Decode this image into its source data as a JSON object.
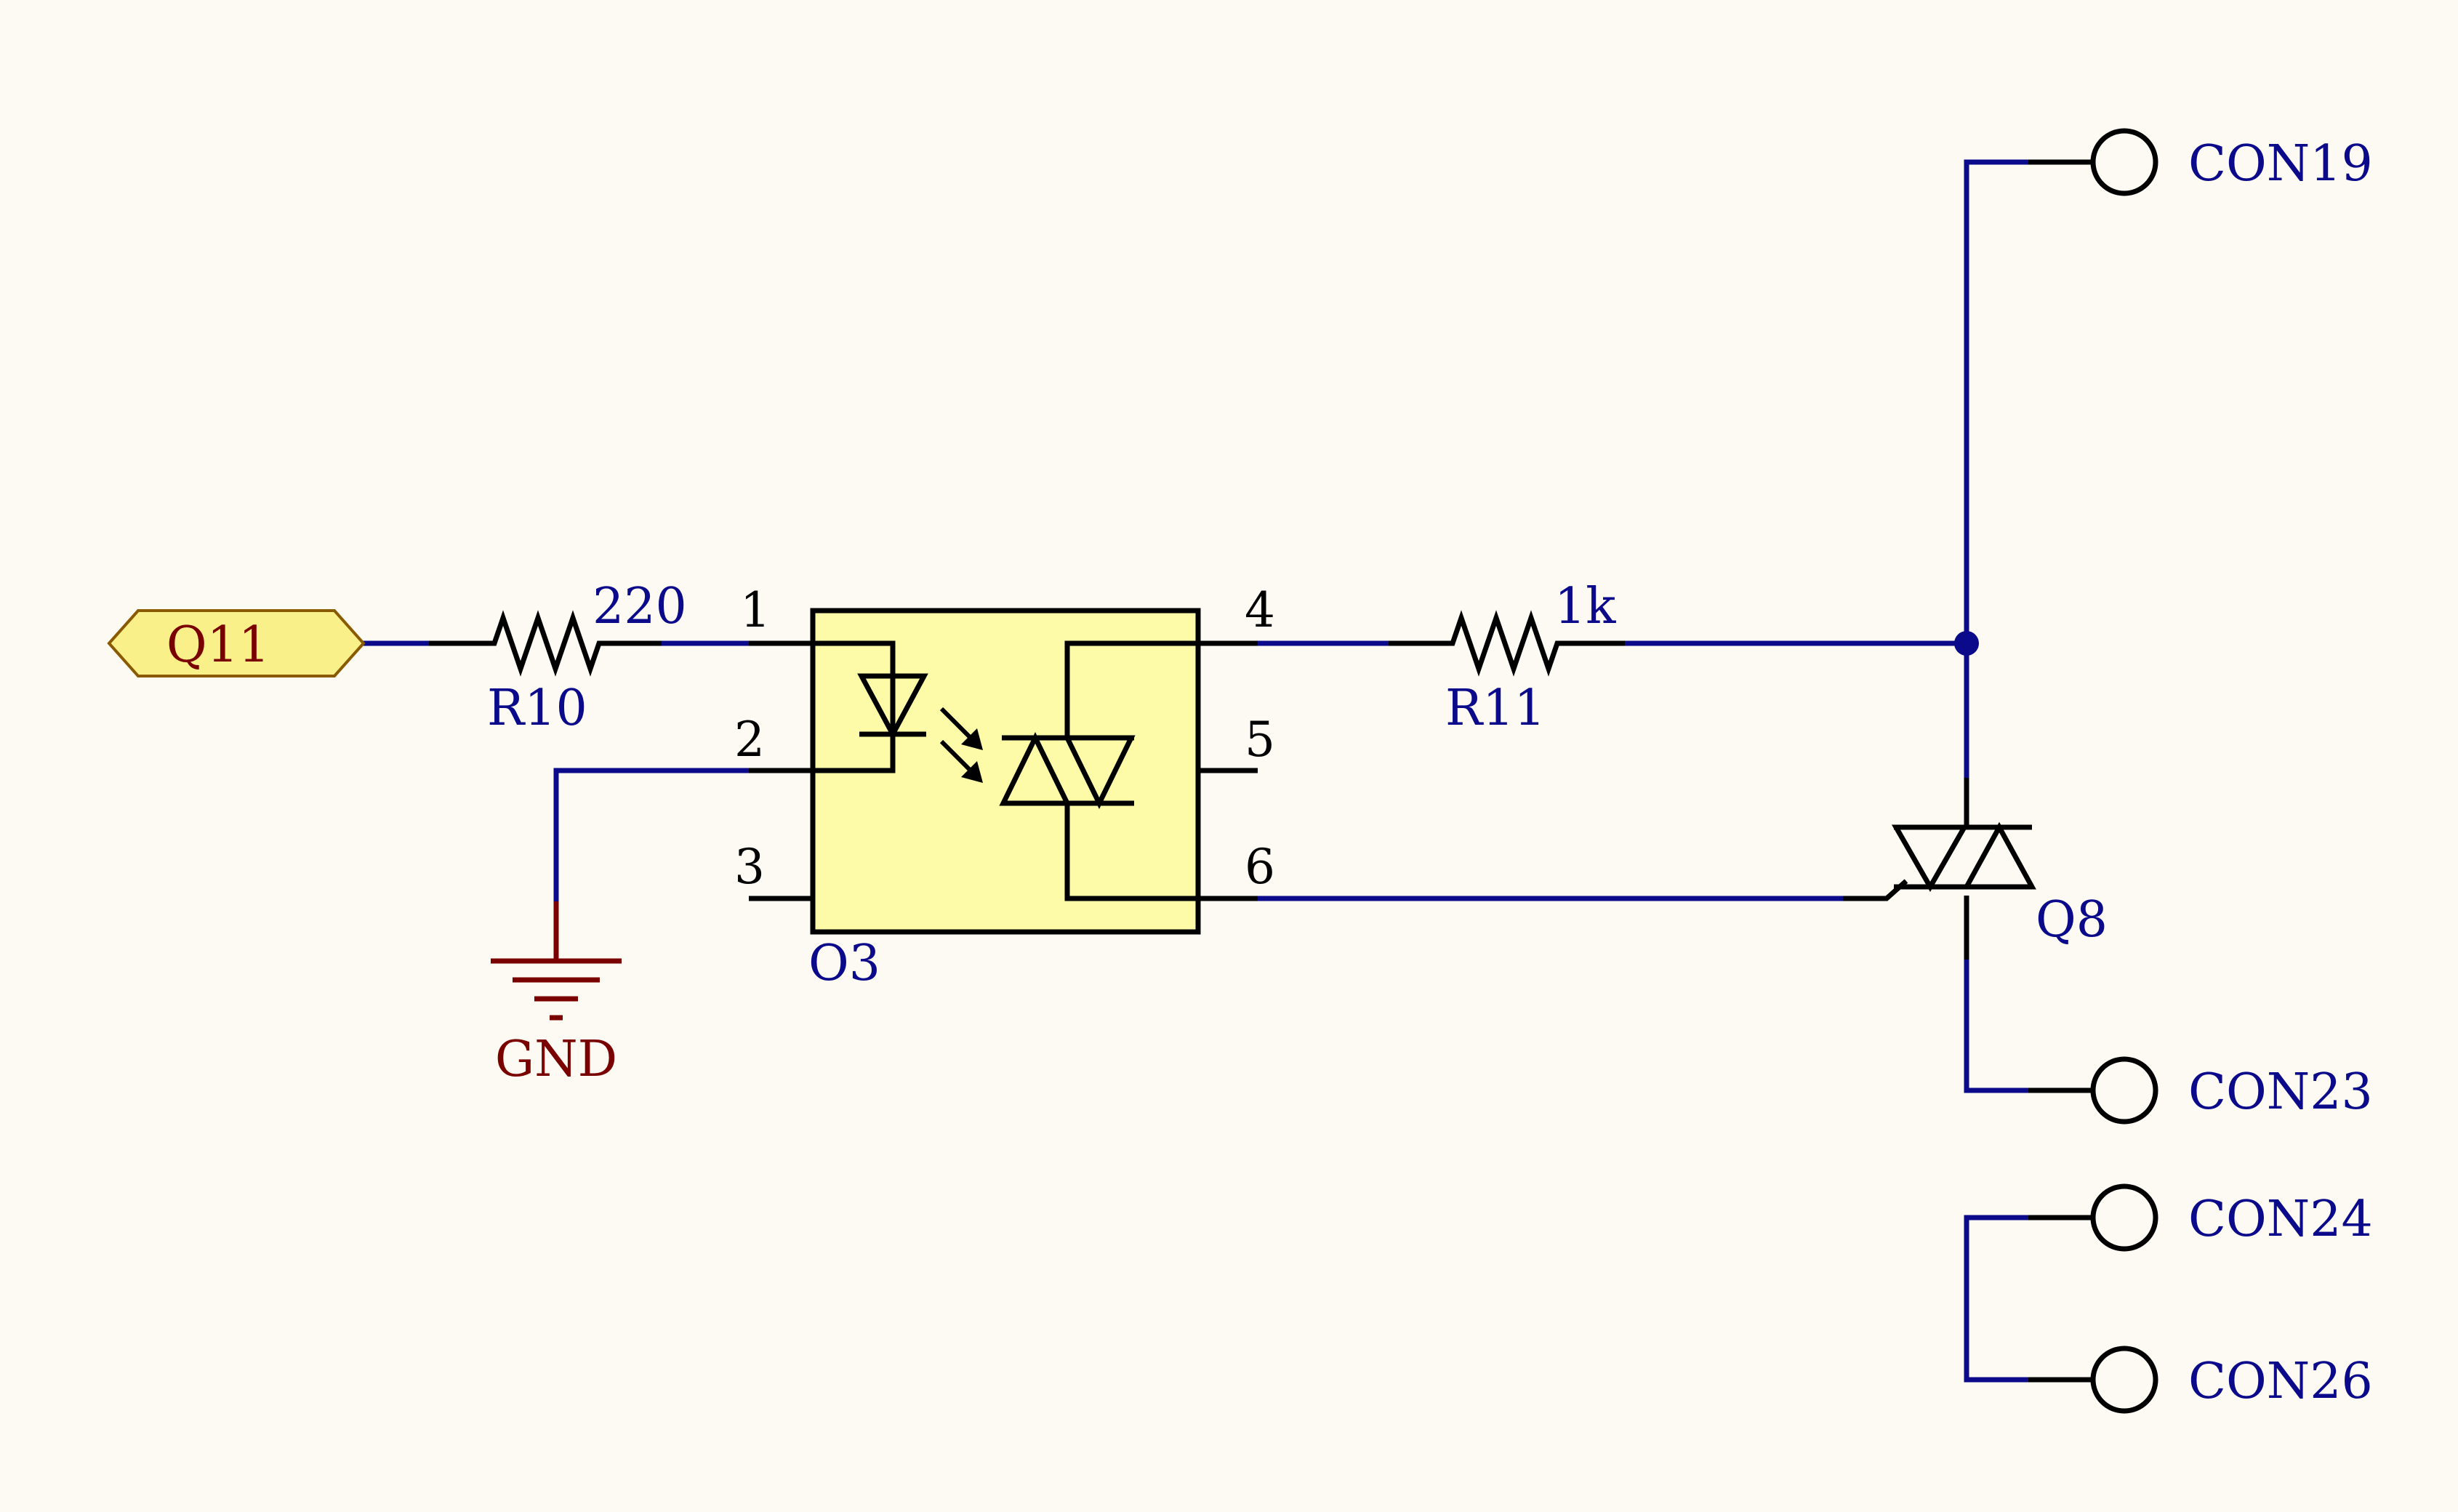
{
  "colors": {
    "background": "#fdfaf3",
    "wire": "#0a0a8a",
    "label": "#0a0a8a",
    "component": "#000000",
    "ground": "#7a0000",
    "ic_fill": "#fdfaa8",
    "port_fill": "#faf08a",
    "port_stroke": "#8a5a00"
  },
  "ports": {
    "input": "Q11"
  },
  "resistors": {
    "r10": {
      "ref": "R10",
      "value": "220"
    },
    "r11": {
      "ref": "R11",
      "value": "1k"
    }
  },
  "optocoupler": {
    "ref": "O3",
    "pins": {
      "p1": "1",
      "p2": "2",
      "p3": "3",
      "p4": "4",
      "p5": "5",
      "p6": "6"
    }
  },
  "triac": {
    "ref": "Q8"
  },
  "ground": {
    "label": "GND"
  },
  "connectors": {
    "c19": "CON19",
    "c23": "CON23",
    "c24": "CON24",
    "c26": "CON26"
  },
  "icons": {
    "resistor": "resistor-zigzag-icon",
    "diode": "led-icon",
    "light": "light-arrows-icon",
    "triac": "triac-icon",
    "ground": "ground-icon",
    "terminal": "terminal-circle-icon",
    "junction": "junction-dot-icon",
    "port": "input-port-icon"
  }
}
